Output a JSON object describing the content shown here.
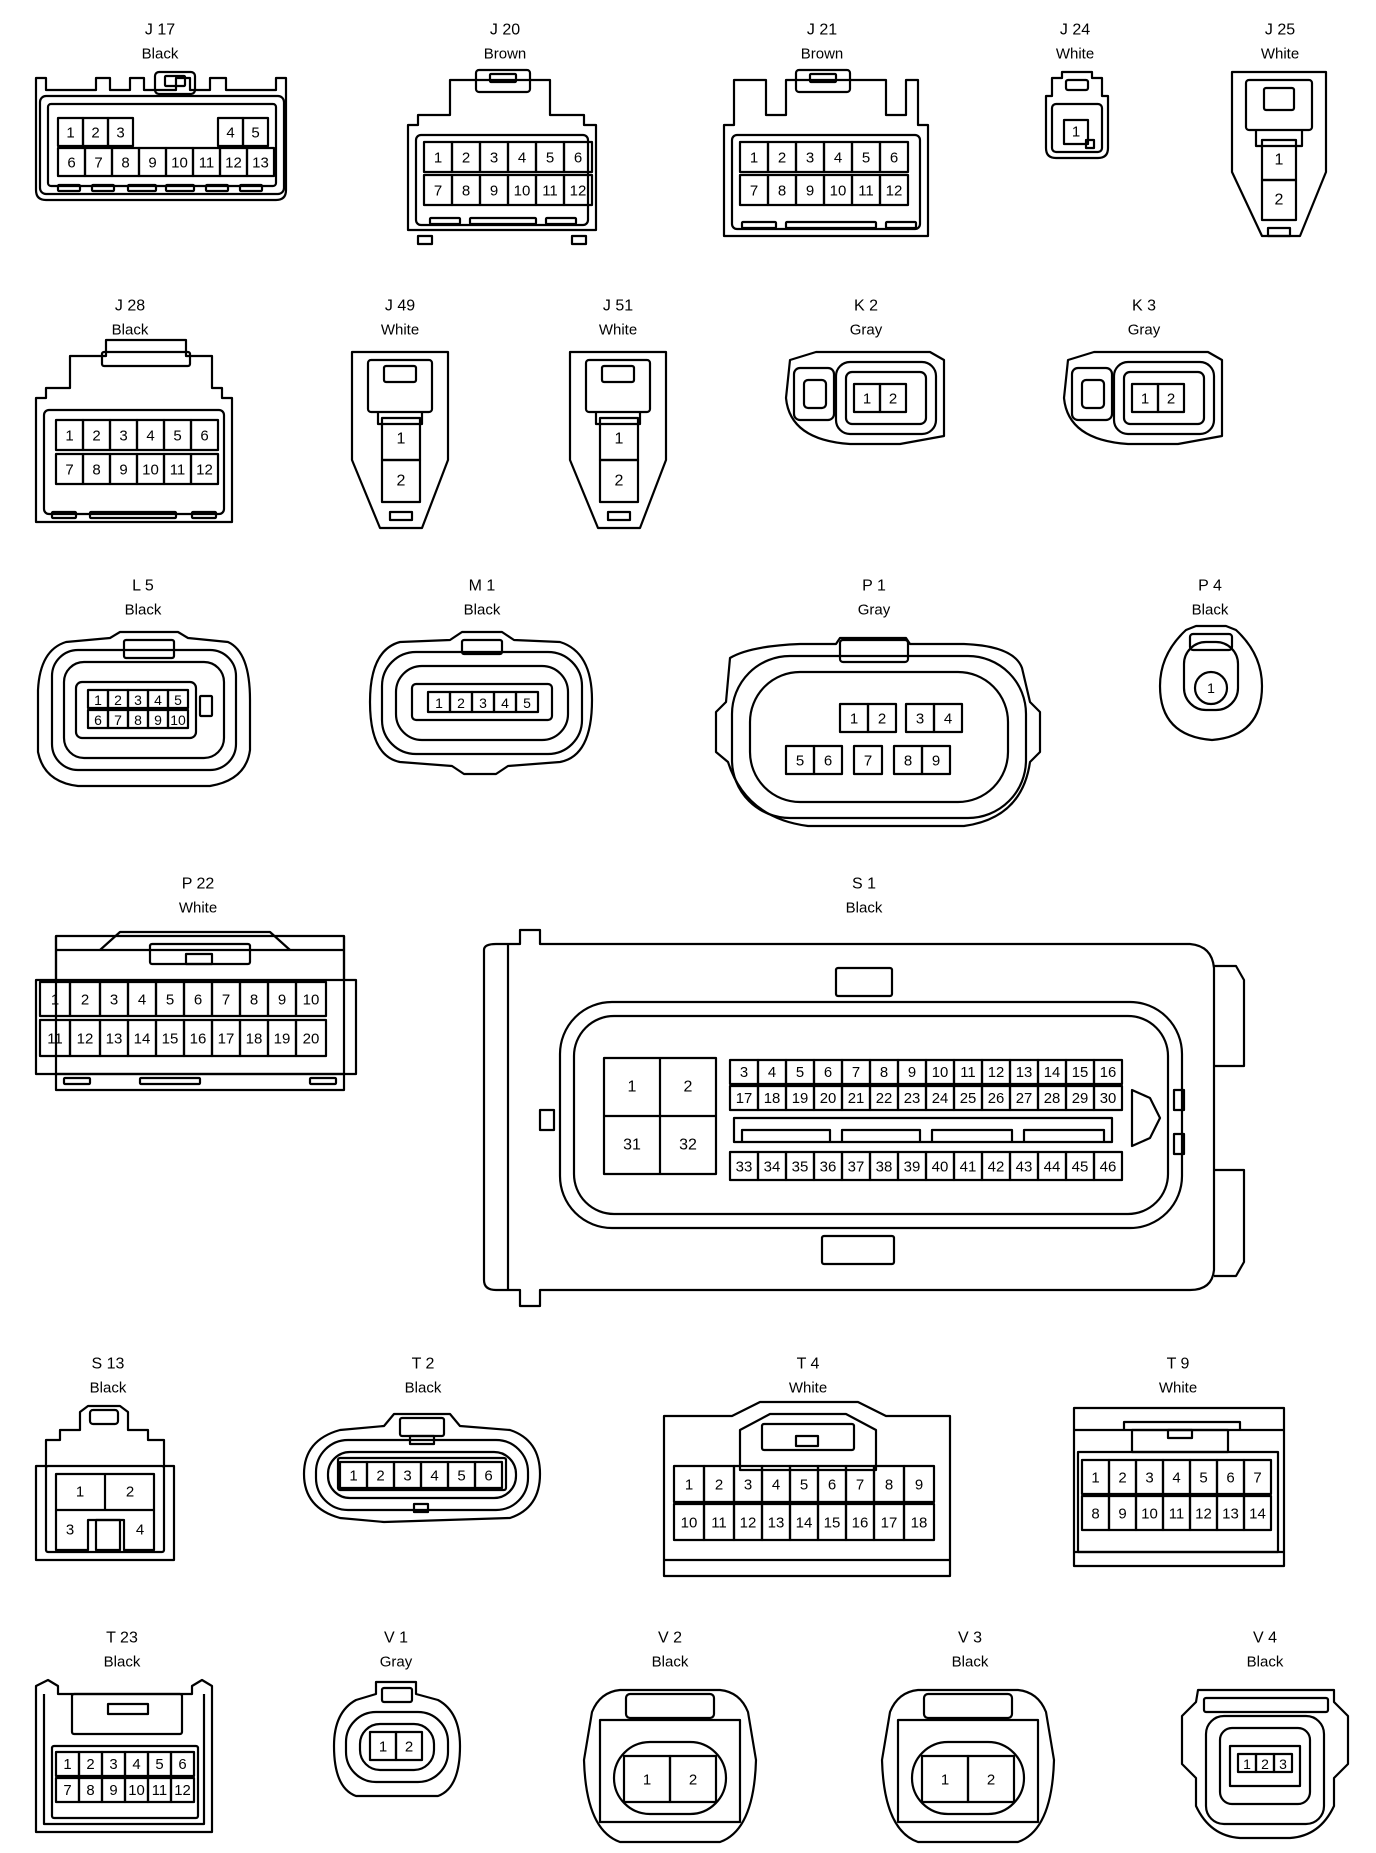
{
  "connectors": [
    {
      "id": "J 17",
      "color": "Black",
      "rows": [
        [
          "1",
          "2",
          "3",
          "4",
          "5"
        ],
        [
          "6",
          "7",
          "8",
          "9",
          "10",
          "11",
          "12",
          "13"
        ]
      ]
    },
    {
      "id": "J 20",
      "color": "Brown",
      "rows": [
        [
          "1",
          "2",
          "3",
          "4",
          "5",
          "6"
        ],
        [
          "7",
          "8",
          "9",
          "10",
          "11",
          "12"
        ]
      ]
    },
    {
      "id": "J 21",
      "color": "Brown",
      "rows": [
        [
          "1",
          "2",
          "3",
          "4",
          "5",
          "6"
        ],
        [
          "7",
          "8",
          "9",
          "10",
          "11",
          "12"
        ]
      ]
    },
    {
      "id": "J 24",
      "color": "White",
      "rows": [
        [
          "1"
        ]
      ]
    },
    {
      "id": "J 25",
      "color": "White",
      "rows": [
        [
          "1"
        ],
        [
          "2"
        ]
      ]
    },
    {
      "id": "J 28",
      "color": "Black",
      "rows": [
        [
          "1",
          "2",
          "3",
          "4",
          "5",
          "6"
        ],
        [
          "7",
          "8",
          "9",
          "10",
          "11",
          "12"
        ]
      ]
    },
    {
      "id": "J 49",
      "color": "White",
      "rows": [
        [
          "1"
        ],
        [
          "2"
        ]
      ]
    },
    {
      "id": "J 51",
      "color": "White",
      "rows": [
        [
          "1"
        ],
        [
          "2"
        ]
      ]
    },
    {
      "id": "K 2",
      "color": "Gray",
      "rows": [
        [
          "1",
          "2"
        ]
      ]
    },
    {
      "id": "K 3",
      "color": "Gray",
      "rows": [
        [
          "1",
          "2"
        ]
      ]
    },
    {
      "id": "L 5",
      "color": "Black",
      "rows": [
        [
          "1",
          "2",
          "3",
          "4",
          "5"
        ],
        [
          "6",
          "7",
          "8",
          "9",
          "10"
        ]
      ]
    },
    {
      "id": "M 1",
      "color": "Black",
      "rows": [
        [
          "1",
          "2",
          "3",
          "4",
          "5"
        ]
      ]
    },
    {
      "id": "P 1",
      "color": "Gray",
      "rows": [
        [
          "1",
          "2",
          "3",
          "4"
        ],
        [
          "5",
          "6",
          "7",
          "8",
          "9"
        ]
      ]
    },
    {
      "id": "P 4",
      "color": "Black",
      "rows": [
        [
          "1"
        ]
      ]
    },
    {
      "id": "P 22",
      "color": "White",
      "rows": [
        [
          "1",
          "2",
          "3",
          "4",
          "5",
          "6",
          "7",
          "8",
          "9",
          "10"
        ],
        [
          "11",
          "12",
          "13",
          "14",
          "15",
          "16",
          "17",
          "18",
          "19",
          "20"
        ]
      ]
    },
    {
      "id": "S 1",
      "color": "Black",
      "rows": [
        [
          "1",
          "2"
        ],
        [
          "31",
          "32"
        ],
        [
          "3",
          "4",
          "5",
          "6",
          "7",
          "8",
          "9",
          "10",
          "11",
          "12",
          "13",
          "14",
          "15",
          "16"
        ],
        [
          "17",
          "18",
          "19",
          "20",
          "21",
          "22",
          "23",
          "24",
          "25",
          "26",
          "27",
          "28",
          "29",
          "30"
        ],
        [
          "33",
          "34",
          "35",
          "36",
          "37",
          "38",
          "39",
          "40",
          "41",
          "42",
          "43",
          "44",
          "45",
          "46"
        ]
      ]
    },
    {
      "id": "S 13",
      "color": "Black",
      "rows": [
        [
          "1",
          "2"
        ],
        [
          "3",
          "4"
        ]
      ]
    },
    {
      "id": "T 2",
      "color": "Black",
      "rows": [
        [
          "1",
          "2",
          "3",
          "4",
          "5",
          "6"
        ]
      ]
    },
    {
      "id": "T 4",
      "color": "White",
      "rows": [
        [
          "1",
          "2",
          "3",
          "4",
          "5",
          "6",
          "7",
          "8",
          "9"
        ],
        [
          "10",
          "11",
          "12",
          "13",
          "14",
          "15",
          "16",
          "17",
          "18"
        ]
      ]
    },
    {
      "id": "T 9",
      "color": "White",
      "rows": [
        [
          "1",
          "2",
          "3",
          "4",
          "5",
          "6",
          "7"
        ],
        [
          "8",
          "9",
          "10",
          "11",
          "12",
          "13",
          "14"
        ]
      ]
    },
    {
      "id": "T 23",
      "color": "Black",
      "rows": [
        [
          "1",
          "2",
          "3",
          "4",
          "5",
          "6"
        ],
        [
          "7",
          "8",
          "9",
          "10",
          "11",
          "12"
        ]
      ]
    },
    {
      "id": "V 1",
      "color": "Gray",
      "rows": [
        [
          "1",
          "2"
        ]
      ]
    },
    {
      "id": "V 2",
      "color": "Black",
      "rows": [
        [
          "1",
          "2"
        ]
      ]
    },
    {
      "id": "V 3",
      "color": "Black",
      "rows": [
        [
          "1",
          "2"
        ]
      ]
    },
    {
      "id": "V 4",
      "color": "Black",
      "rows": [
        [
          "1",
          "2",
          "3"
        ]
      ]
    }
  ]
}
